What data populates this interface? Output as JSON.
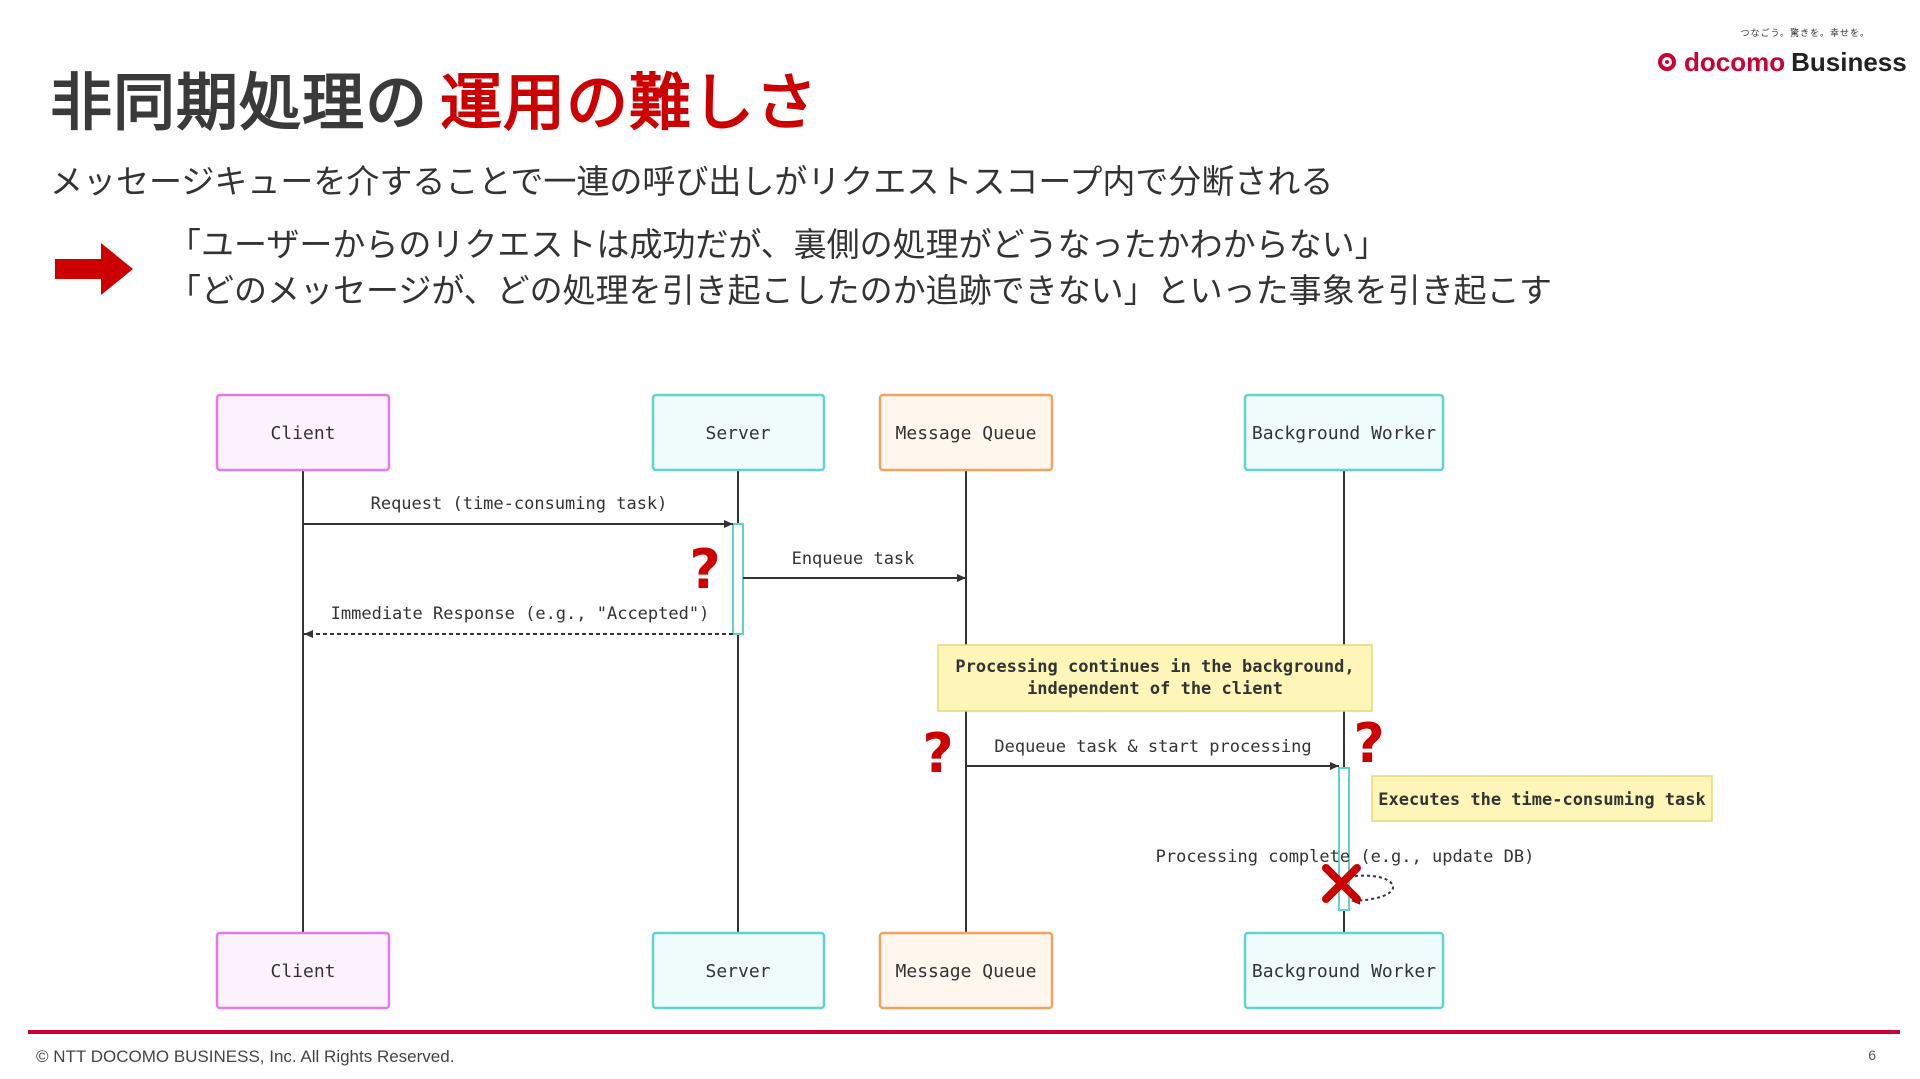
{
  "slide": {
    "title_main": "非同期処理の",
    "title_accent": "運用の難しさ",
    "subtitle": "メッセージキューを介することで一連の呼び出しがリクエストスコープ内で分断される",
    "result_lines": [
      "「ユーザーからのリクエストは成功だが、裏側の処理がどうなったかわからない」",
      "「どのメッセージが、どの処理を引き起こしたのか追跡できない」といった事象を引き起こす"
    ],
    "arrow_icon": "right-arrow-icon"
  },
  "logo": {
    "tagline": "つなごう。驚きを。幸せを。",
    "brand_docomo": "docomo",
    "brand_business": "Business"
  },
  "footer": {
    "copyright": "© NTT DOCOMO BUSINESS, Inc. All Rights Reserved.",
    "page_number": "6"
  },
  "diagram": {
    "participants": {
      "client": "Client",
      "server": "Server",
      "queue": "Message Queue",
      "worker": "Background Worker"
    },
    "messages": {
      "request": "Request (time-consuming task)",
      "enqueue": "Enqueue task",
      "immediate_response": "Immediate Response (e.g., \"Accepted\")",
      "dequeue": "Dequeue task & start processing",
      "complete": "Processing complete (e.g., update DB)"
    },
    "notes": {
      "background_line1": "Processing continues in the background,",
      "background_line2": "independent of the client",
      "executes": "Executes the time-consuming task"
    },
    "markers": {
      "question": "?"
    },
    "colors": {
      "client": "#e27be8",
      "client_fill": "#fdf3fe",
      "server": "#5fd3d0",
      "server_fill": "#f0fcfc",
      "queue": "#f0a35e",
      "queue_fill": "#fff6ee",
      "note_fill": "#fdf6b8",
      "note_border": "#e6d77a",
      "accent_red": "#cc0000"
    }
  }
}
